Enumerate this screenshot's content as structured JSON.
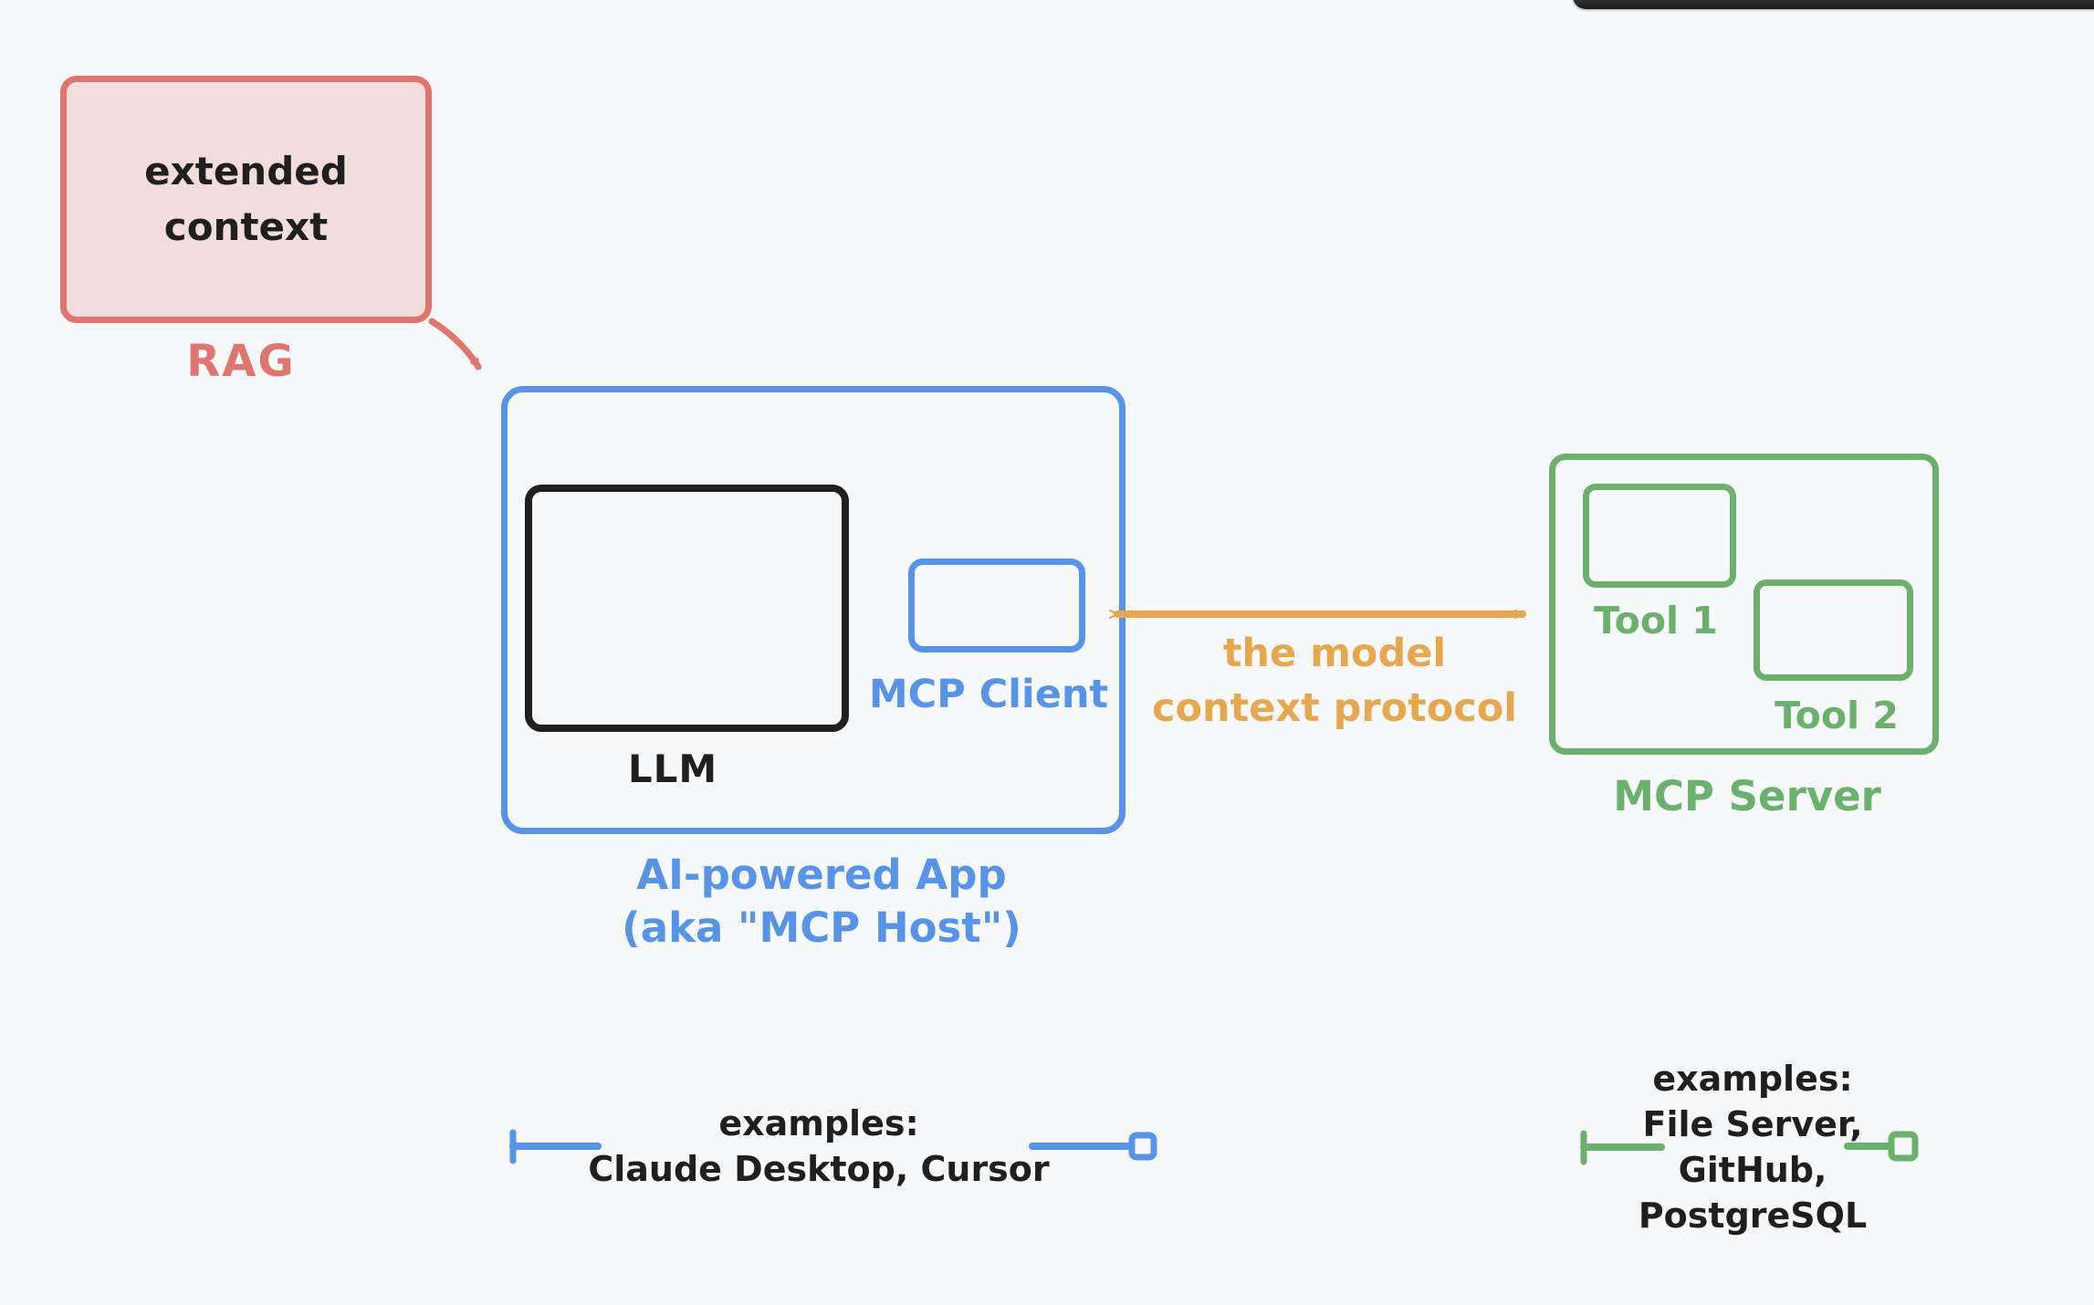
{
  "colors": {
    "background": "#f7f8fa",
    "red": "#e0756f",
    "red_fill": "#f2dcdc",
    "blue": "#5794e7",
    "green": "#6bb06c",
    "orange": "#e6a74e",
    "black": "#1f1f1f",
    "window_dark": "#2a2a2a"
  },
  "rag": {
    "box_label": "extended context",
    "caption": "RAG"
  },
  "host": {
    "llm_label": "LLM",
    "client_label": "MCP Client",
    "caption_line1": "AI-powered App",
    "caption_line2": "(aka \"MCP Host\")"
  },
  "protocol": {
    "line1": "the model",
    "line2": "context protocol"
  },
  "server": {
    "tool1_label": "Tool 1",
    "tool2_label": "Tool 2",
    "caption": "MCP Server"
  },
  "host_examples": {
    "line1": "examples:",
    "line2": "Claude Desktop, Cursor"
  },
  "server_examples": {
    "line1": "examples:",
    "line2": "File Server,",
    "line3": "GitHub,",
    "line4": "PostgreSQL"
  }
}
